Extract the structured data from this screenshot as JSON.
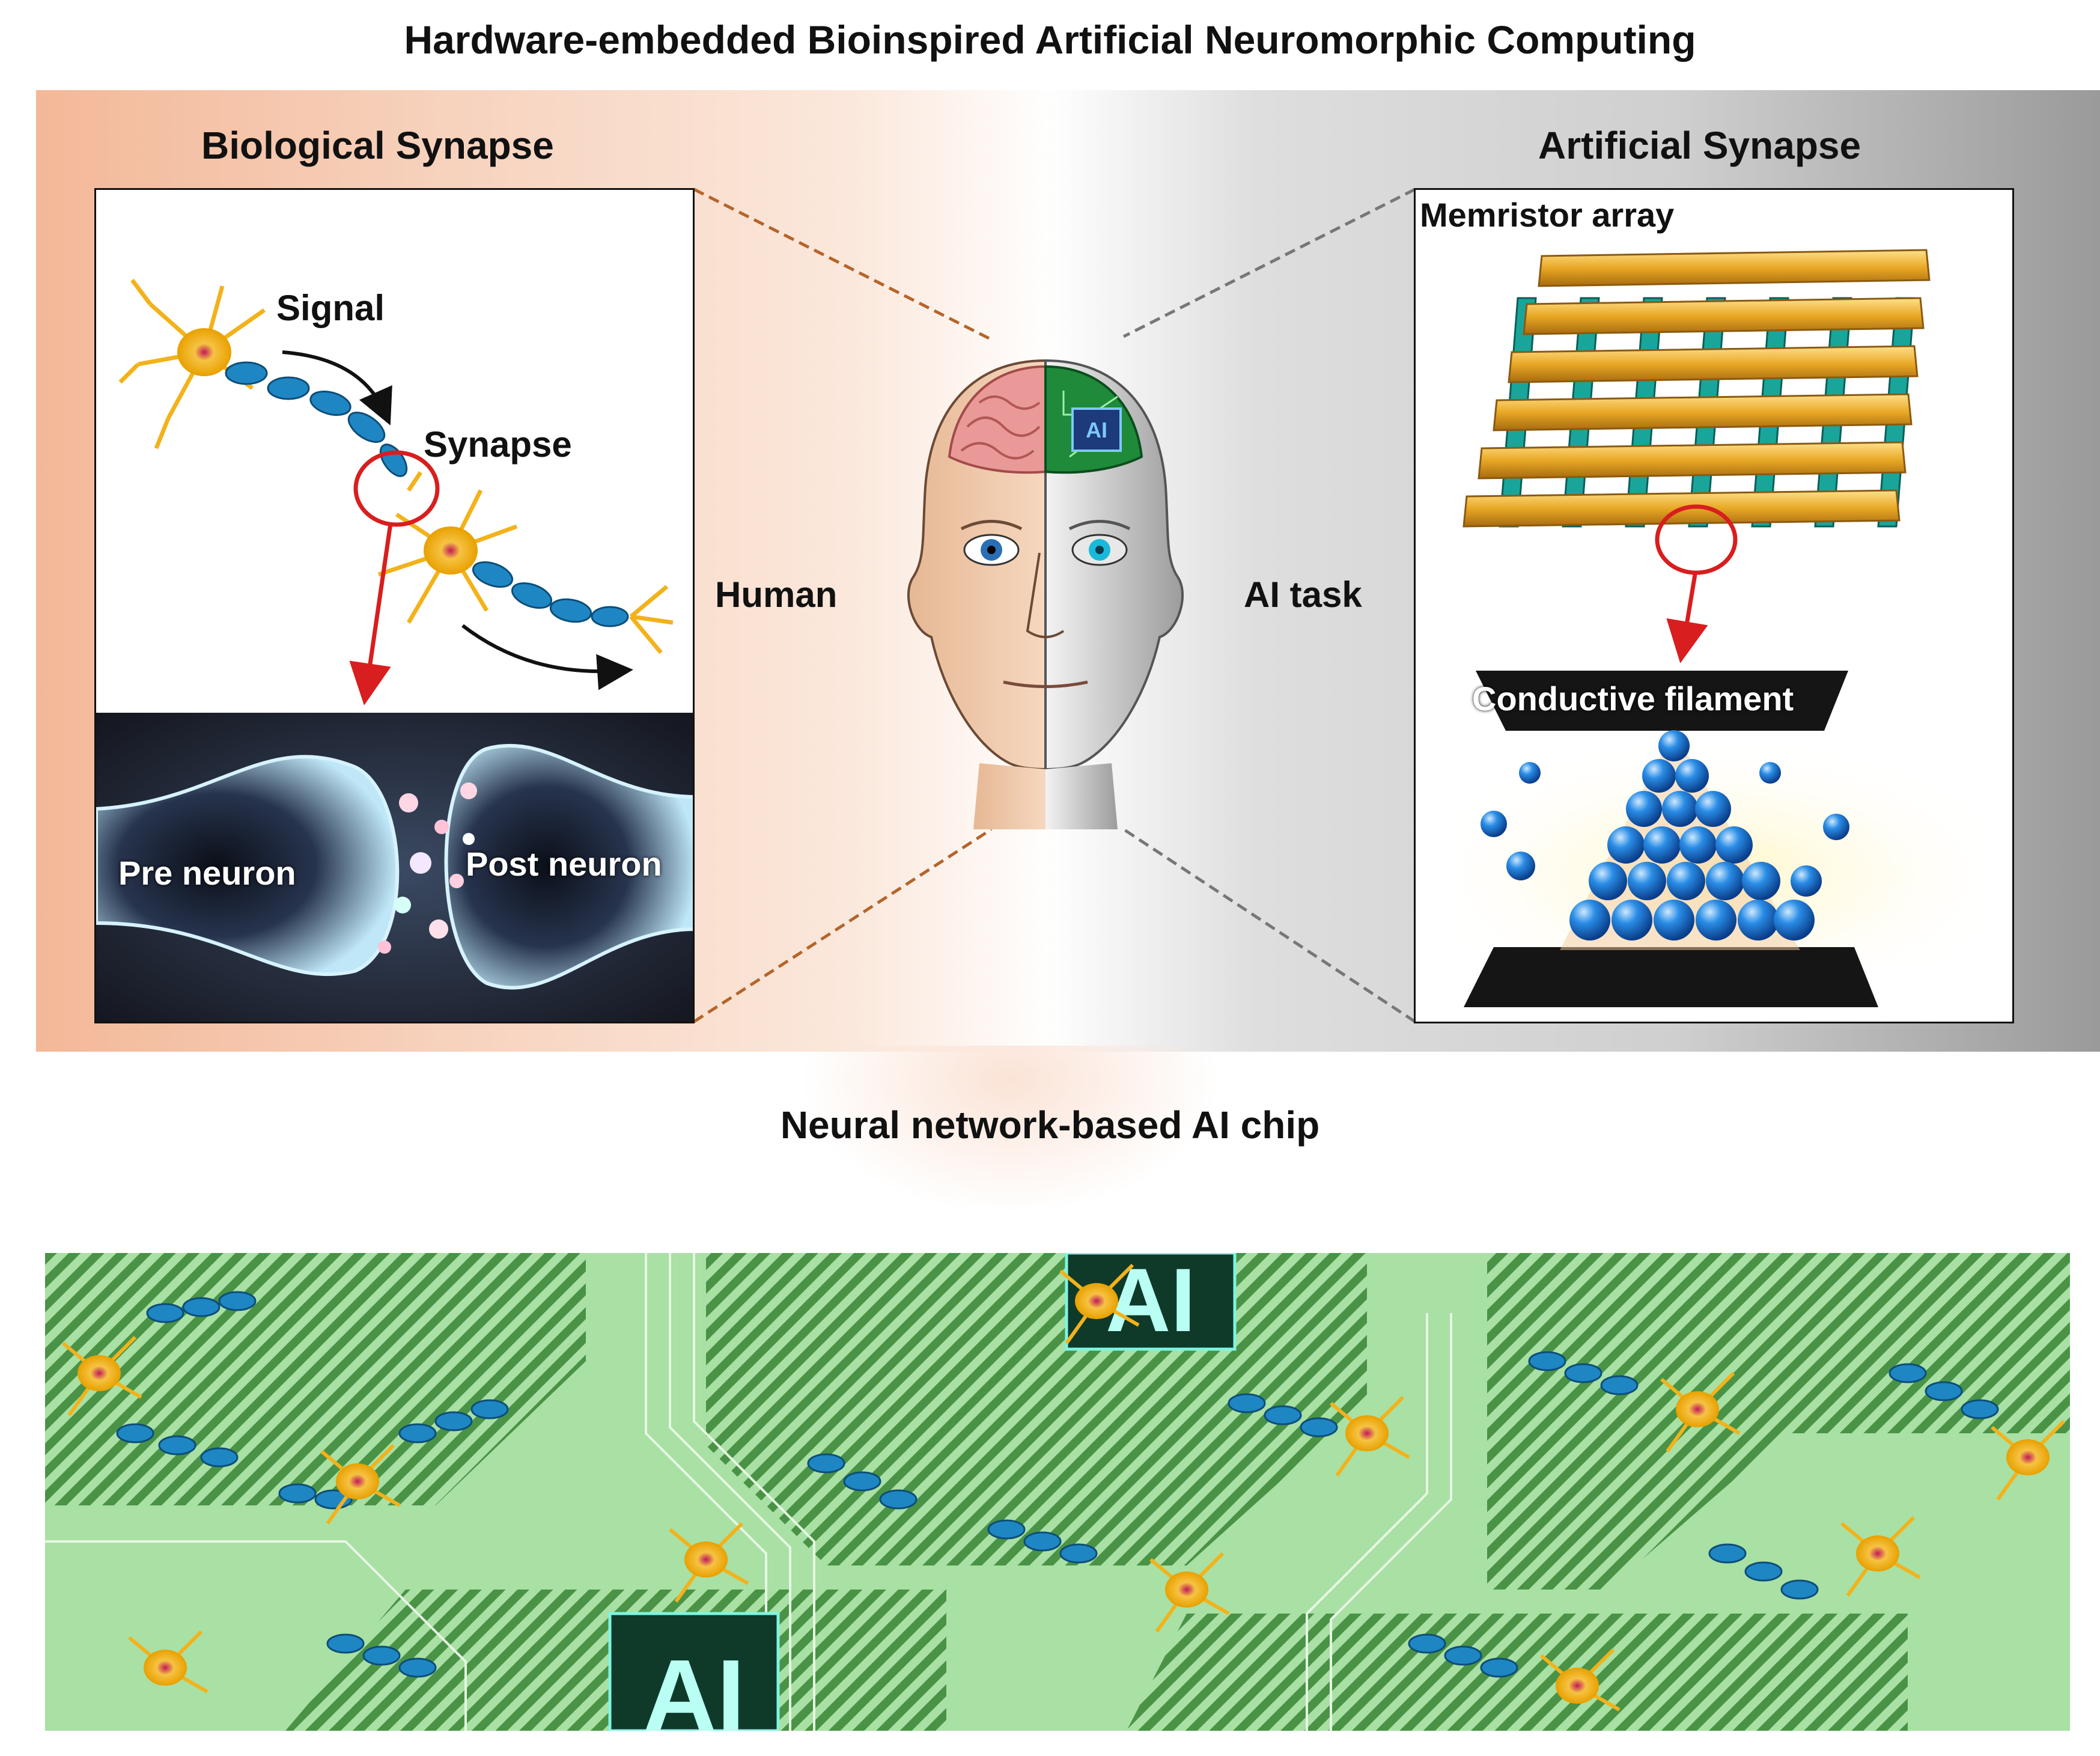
{
  "title": "Hardware-embedded Bioinspired Artificial Neuromorphic Computing",
  "left_panel": {
    "heading": "Biological Synapse",
    "signal_label": "Signal",
    "synapse_label": "Synapse",
    "pre_neuron_label": "Pre neuron",
    "post_neuron_label": "Post neuron"
  },
  "center": {
    "human_label": "Human",
    "ai_task_label": "AI task",
    "chip_badge": "AI"
  },
  "right_panel": {
    "heading": "Artificial Synapse",
    "array_label": "Memristor array",
    "filament_label": "Conductive filament"
  },
  "bottom": {
    "heading": "Neural network-based AI chip",
    "chip_badge": "AI"
  },
  "colors": {
    "bio_bg": "#f3b898",
    "art_bg": "#9a9a9a",
    "neuron": "#f3b21a",
    "axon": "#1f86c4",
    "highlight": "#d81e1e",
    "electrode": "#e8a825",
    "pcb_green": "#a9e0a4",
    "pcb_trace": "#3f8a3c"
  }
}
